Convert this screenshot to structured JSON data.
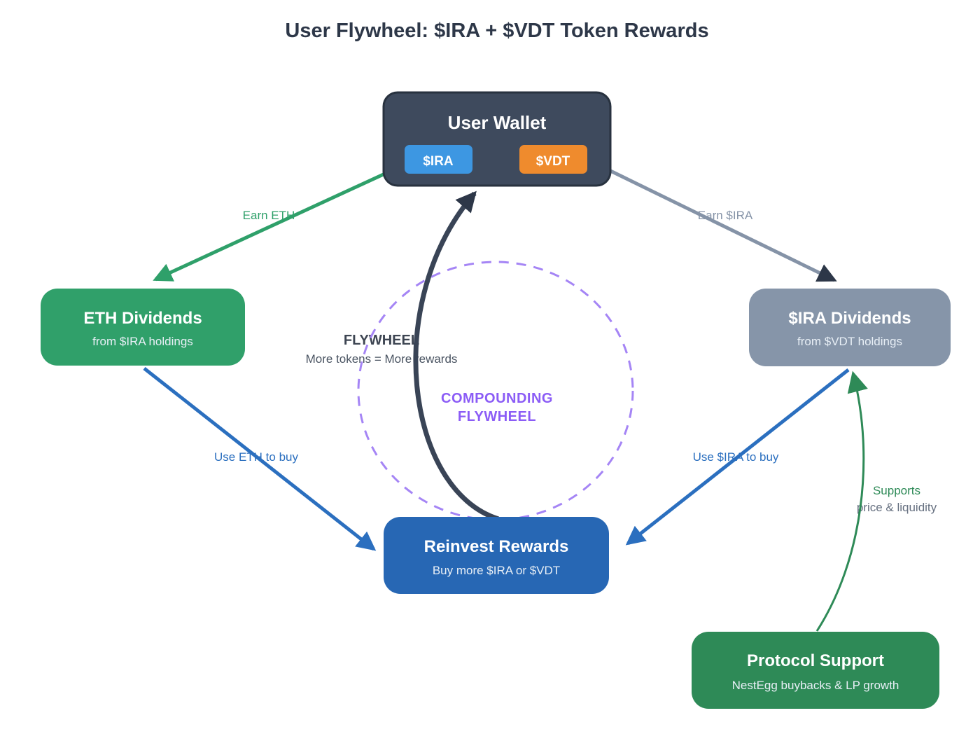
{
  "title": "User Flywheel: $IRA + $VDT Token Rewards",
  "nodes": {
    "user_wallet": {
      "title": "User Wallet",
      "badges": [
        {
          "label": "$IRA"
        },
        {
          "label": "$VDT"
        }
      ]
    },
    "eth_dividends": {
      "title": "ETH Dividends",
      "subtitle": "from $IRA holdings"
    },
    "ira_dividends": {
      "title": "$IRA Dividends",
      "subtitle": "from $VDT holdings"
    },
    "reinvest": {
      "title": "Reinvest Rewards",
      "subtitle": "Buy more $IRA or $VDT"
    },
    "protocol": {
      "title": "Protocol Support",
      "subtitle": "NestEgg buybacks & LP growth"
    }
  },
  "edges": {
    "earn_eth": "Earn ETH",
    "earn_ira": "Earn $IRA",
    "use_eth": "Use ETH to buy",
    "use_ira": "Use $IRA to buy",
    "supports_line1": "Supports",
    "supports_line2": "price & liquidity"
  },
  "center": {
    "flywheel_title": "FLYWHEEL",
    "flywheel_note": "More tokens = More rewards",
    "compounding_line1": "COMPOUNDING",
    "compounding_line2": "FLYWHEEL"
  },
  "colors": {
    "title_text": "#2d3748",
    "wallet_fill": "#3e4a5d",
    "wallet_border": "#28323f",
    "ira_badge": "#3d97e2",
    "vdt_badge": "#ef8b2d",
    "eth_dividends_fill": "#30a06a",
    "ira_dividends_fill": "#8695a9",
    "reinvest_fill": "#2767b4",
    "protocol_fill": "#2e8a57",
    "flywheel_dash": "#a585f5",
    "flywheel_text": "#8b5cf6",
    "dark_arrow": "#394456",
    "dark_arrowhead": "#2d3748",
    "green_arrow": "#2fa06a",
    "support_green": "#2e8a57",
    "blue_arrow": "#2b6fbf",
    "slate_arrow": "#8593a7",
    "supports_line2_text": "#667080"
  }
}
